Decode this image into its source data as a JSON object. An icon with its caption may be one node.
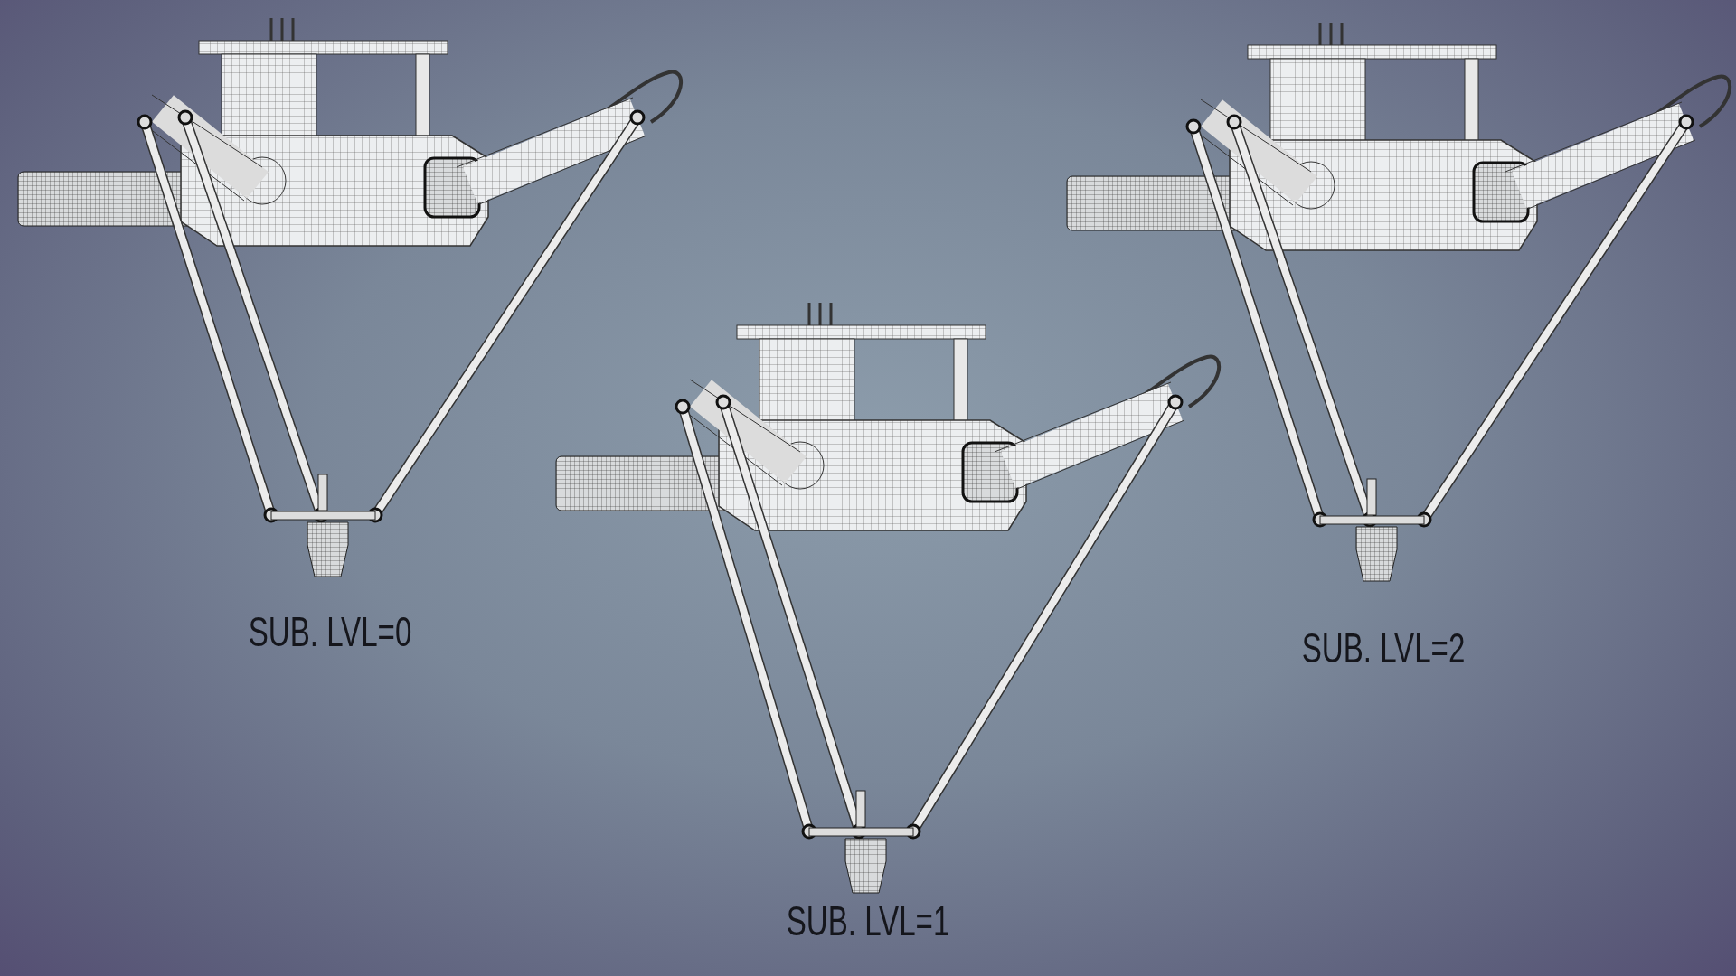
{
  "diagram": {
    "labels": [
      "SUB. LVL=0",
      "SUB. LVL=1",
      "SUB. LVL=2"
    ]
  }
}
